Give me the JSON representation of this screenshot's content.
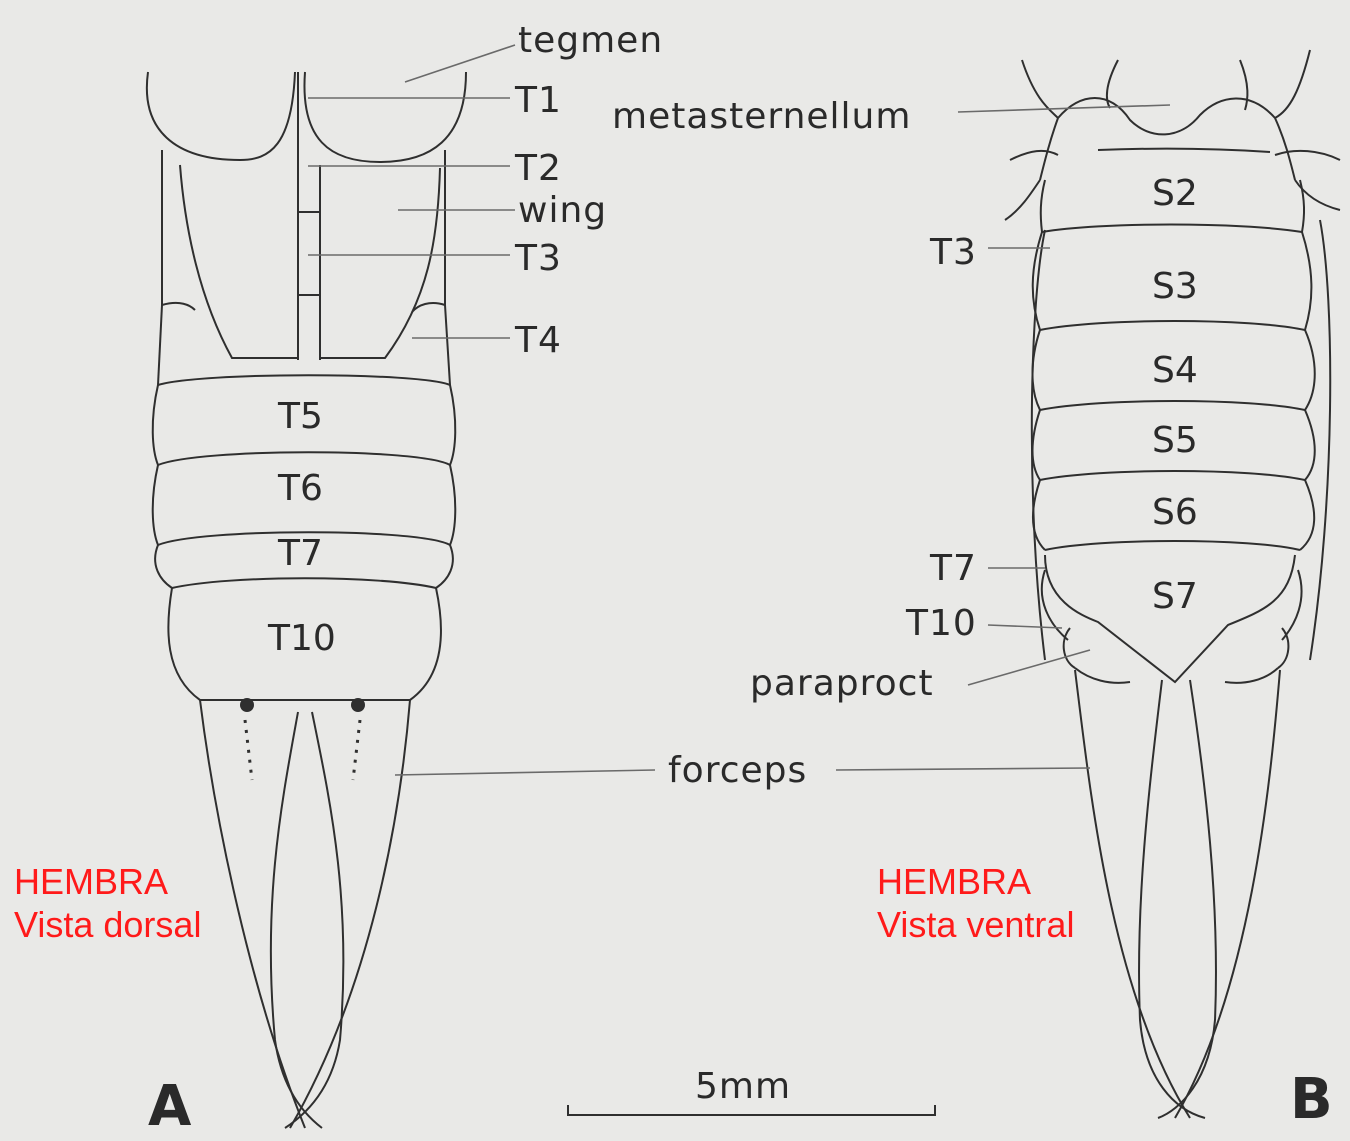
{
  "figure_a": {
    "panel_letter": "A",
    "labels": {
      "tegmen": "tegmen",
      "t1": "T1",
      "t2": "T2",
      "wing": "wing",
      "t3": "T3",
      "t4": "T4",
      "forceps": "forceps"
    },
    "segments": [
      "T5",
      "T6",
      "T7",
      "T10"
    ],
    "annotation": {
      "line1": "HEMBRA",
      "line2": "Vista dorsal"
    }
  },
  "figure_b": {
    "panel_letter": "B",
    "labels": {
      "metasternellum": "metasternellum",
      "t3": "T3",
      "t7": "T7",
      "t10": "T10",
      "paraproct": "paraproct"
    },
    "segments": [
      "S2",
      "S3",
      "S4",
      "S5",
      "S6",
      "S7"
    ],
    "annotation": {
      "line1": "HEMBRA",
      "line2": "Vista ventral"
    }
  },
  "scale_bar": {
    "label": "5mm"
  },
  "colors": {
    "background": "#e9e9e7",
    "ink": "#2f2f2f",
    "annotation": "#ff1a1a"
  }
}
